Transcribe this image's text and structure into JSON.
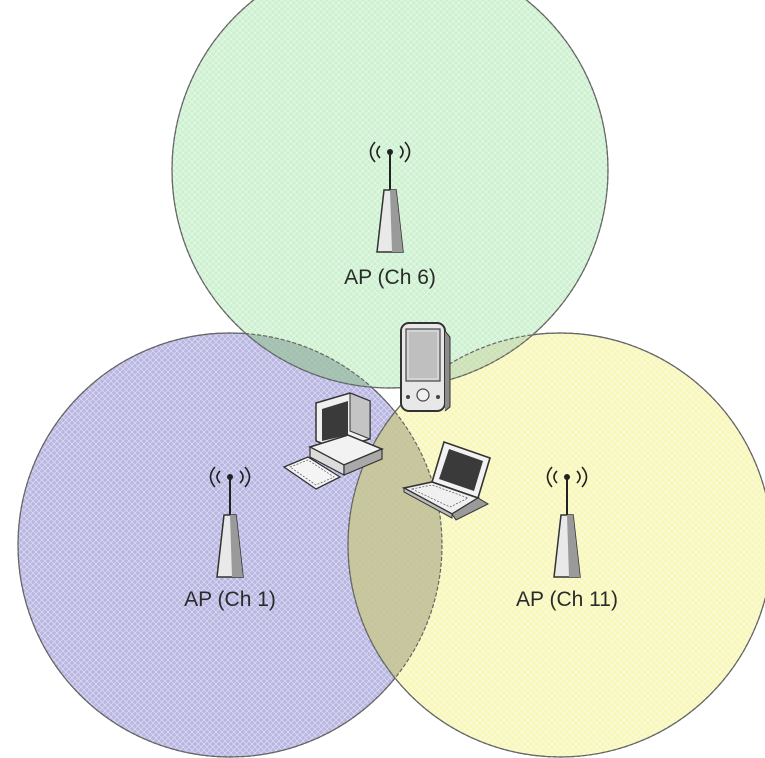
{
  "access_points": [
    {
      "label": "AP (Ch 1)",
      "color": "#b8b6e0"
    },
    {
      "label": "AP (Ch 6)",
      "color": "#c9f0cd"
    },
    {
      "label": "AP (Ch 11)",
      "color": "#f6f6b8"
    }
  ],
  "clients": [
    {
      "icon": "pda-icon"
    },
    {
      "icon": "desktop-computer-icon"
    },
    {
      "icon": "laptop-icon"
    }
  ],
  "colors": {
    "outline": "#666666",
    "device_body": "#e6e6e6",
    "device_dark": "#3a3a3a"
  }
}
